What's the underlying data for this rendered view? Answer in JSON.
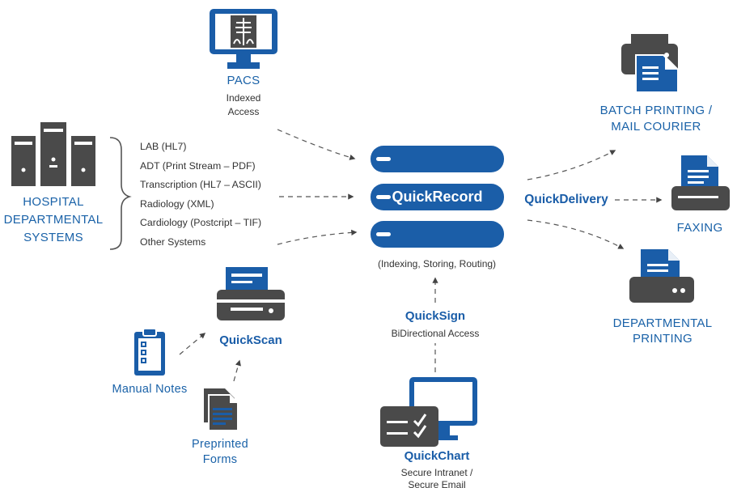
{
  "colors": {
    "brand_blue": "#1a5da8",
    "dark_gray": "#4a4a4a",
    "text_gray": "#333333"
  },
  "icons": {
    "pacs": "xray-monitor-icon",
    "hospital": "server-tower-icon",
    "quickscan": "printer-icon",
    "manual": "clipboard-icon",
    "preprinted": "document-stack-icon",
    "quickchart": "monitor-checklist-icon",
    "batch": "printer-document-icon",
    "fax": "fax-machine-icon",
    "dept": "printer-document-icon"
  },
  "pacs": {
    "title": "PACS",
    "sub1": "Indexed",
    "sub2": "Access"
  },
  "hospital": {
    "line1": "HOSPITAL",
    "line2": "DEPARTMENTAL",
    "line3": "SYSTEMS"
  },
  "systems": [
    "LAB (HL7)",
    "ADT (Print Stream – PDF)",
    "Transcription (HL7 – ASCII)",
    "Radiology (XML)",
    "Cardiology (Postcript – TIF)",
    "Other Systems"
  ],
  "quickrecord": {
    "name": "QuickRecord",
    "desc": "(Indexing, Storing, Routing)"
  },
  "quickscan": {
    "name": "QuickScan"
  },
  "manual": {
    "label": "Manual Notes"
  },
  "preprinted": {
    "line1": "Preprinted",
    "line2": "Forms"
  },
  "quicksign": {
    "name": "QuickSign",
    "desc": "BiDirectional Access"
  },
  "quickchart": {
    "name": "QuickChart",
    "line1": "Secure Intranet /",
    "line2": "Secure Email"
  },
  "quickdelivery": {
    "name": "QuickDelivery"
  },
  "batch": {
    "line1": "BATCH PRINTING /",
    "line2": "MAIL COURIER"
  },
  "fax": {
    "label": "FAXING"
  },
  "dept": {
    "line1": "DEPARTMENTAL",
    "line2": "PRINTING"
  }
}
